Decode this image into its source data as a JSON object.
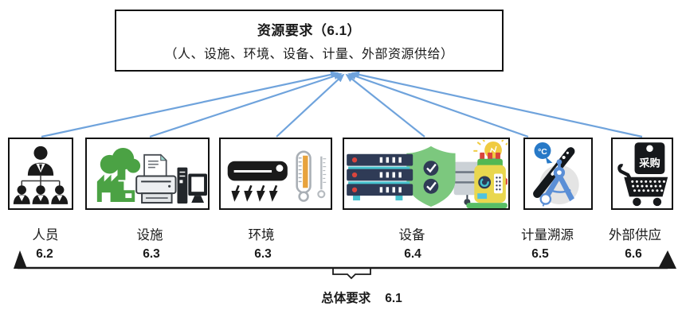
{
  "header": {
    "title": "资源要求（6.1）",
    "subtitle": "（人、设施、环境、设备、计量、外部资源供给）"
  },
  "categories": [
    {
      "label": "人员",
      "clause": "6.2",
      "icon": "org-chart-icon"
    },
    {
      "label": "设施",
      "clause": "6.3",
      "icon": "factory-printer-computer-icon"
    },
    {
      "label": "环境",
      "clause": "6.3",
      "icon": "air-conditioner-thermometers-icon"
    },
    {
      "label": "设备",
      "clause": "6.4",
      "icon": "servers-shield-meter-bulb-icon"
    },
    {
      "label": "计量溯源",
      "clause": "6.5",
      "icon": "thermometer-compass-icon"
    },
    {
      "label": "外部供应",
      "clause": "6.6",
      "icon": "procurement-cart-icon"
    }
  ],
  "footer": {
    "label": "总体要求",
    "clause": "6.1"
  },
  "icon_text": {
    "procurement_tag": "采购",
    "celsius": "°C"
  },
  "colors": {
    "arrow_blue": "#6FA3DC",
    "line_black": "#1a1a1a",
    "factory_green": "#4BA244",
    "shield_green": "#7CC87E",
    "server_navy": "#2F3B56",
    "accent_red": "#D9453D",
    "accent_cyan": "#46C2CE",
    "bulb_yellow": "#F0CB41",
    "meter_yellow": "#E9D74E",
    "base_green": "#58BE66",
    "thermometer_orange": "#E8A33D",
    "compass_blue": "#5B8FD6",
    "celsius_blue": "#2779C7"
  }
}
